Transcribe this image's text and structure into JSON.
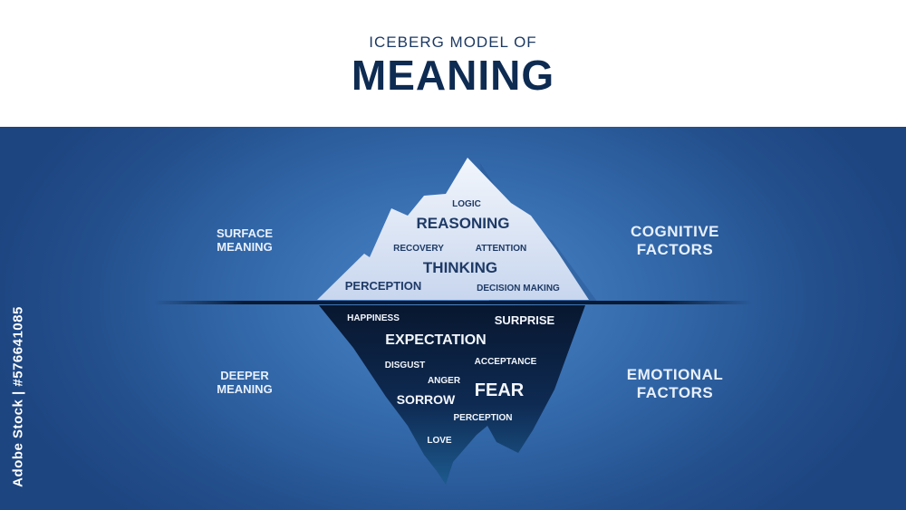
{
  "header": {
    "subtitle": "ICEBERG MODEL OF",
    "title": "MEANING"
  },
  "labels": {
    "surface_meaning": [
      "SURFACE",
      "MEANING"
    ],
    "deeper_meaning": [
      "DEEPER",
      "MEANING"
    ],
    "cognitive_factors": [
      "COGNITIVE",
      "FACTORS"
    ],
    "emotional_factors": [
      "EMOTIONAL",
      "FACTORS"
    ]
  },
  "above_water": {
    "logic": "LOGIC",
    "reasoning": "REASONING",
    "recovery": "RECOVERY",
    "attention": "ATTENTION",
    "thinking": "THINKING",
    "perception": "PERCEPTION",
    "decision_making": "DECISION MAKING"
  },
  "below_water": {
    "happiness": "HAPPINESS",
    "surprise": "SURPRISE",
    "expectation": "EXPECTATION",
    "disgust": "DISGUST",
    "acceptance": "ACCEPTANCE",
    "anger": "ANGER",
    "sorrow": "SORROW",
    "fear": "FEAR",
    "perception": "PERCEPTION",
    "love": "LOVE"
  },
  "watermark": "Adobe Stock | #576641085",
  "colors": {
    "title": "#0e2b52",
    "water": "#356cae",
    "iceberg_top": "#dfe7f5",
    "iceberg_bottom": "#0c1f3f"
  }
}
